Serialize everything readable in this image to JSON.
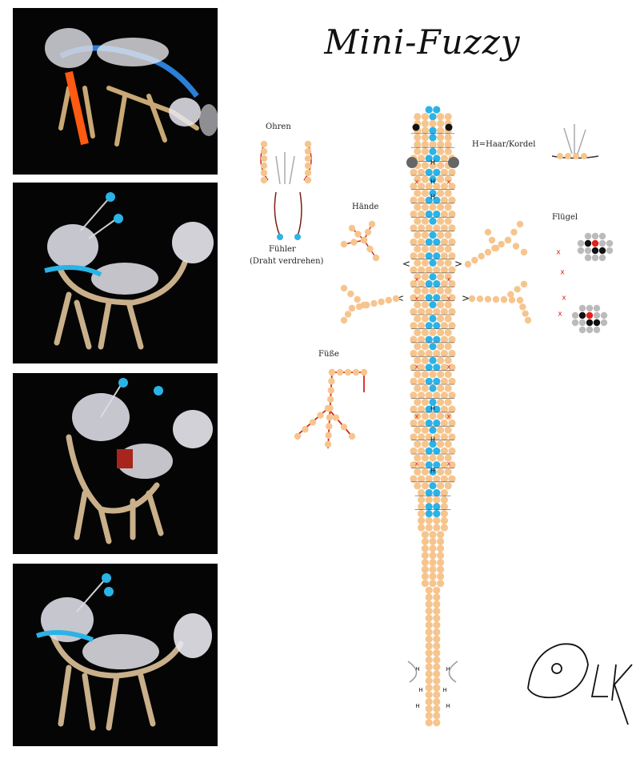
{
  "title": "Mini-Fuzzy",
  "labels": {
    "ohren": "Ohren",
    "fuehler": "Fühler",
    "draht": "(Draht verdrehen)",
    "haar": "H=Haar/Kordel",
    "haende": "Hände",
    "fluegel": "Flügel",
    "fuesse": "Füße"
  },
  "markers": {
    "hair": "H",
    "cross": "x",
    "arrow_left": "<",
    "arrow_right": ">"
  },
  "colors": {
    "bead": "#f6c58e",
    "accent": "#2bb3e6",
    "black": "#111111",
    "grey": "#8d8d8d",
    "red": "#e0221a",
    "wire": "#d2261b",
    "photo_bg": "#050505"
  },
  "photos": [
    "photo-1",
    "photo-2",
    "photo-3",
    "photo-4"
  ]
}
